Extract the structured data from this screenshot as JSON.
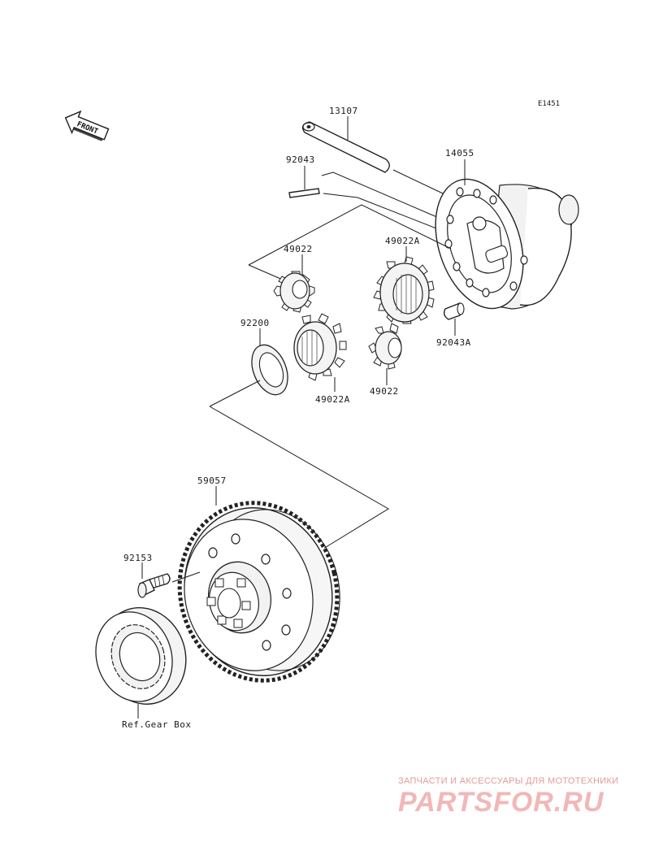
{
  "diagram_code": "E1451",
  "front_label": "FRONT",
  "parts": {
    "shaft": "13107",
    "pin": "92043",
    "housing": "14055",
    "pinion_gear_left": "49022",
    "side_gear_right": "49022A",
    "washer": "92200",
    "side_gear_left": "49022A",
    "pinion_gear_right": "49022",
    "dowel_pin": "92043A",
    "ring_gear": "59057",
    "bolt": "92153",
    "bearing_ref": "Ref.Gear Box"
  },
  "watermark": {
    "tagline": "ЗАПЧАСТИ И АКСЕССУАРЫ ДЛЯ МОТОТЕХНИКИ",
    "brand": "PARTSFOR.RU"
  },
  "colors": {
    "line": "#1a1a1a",
    "watermark_text": "#e39a9a",
    "watermark_logo": "#f2b7b7"
  }
}
